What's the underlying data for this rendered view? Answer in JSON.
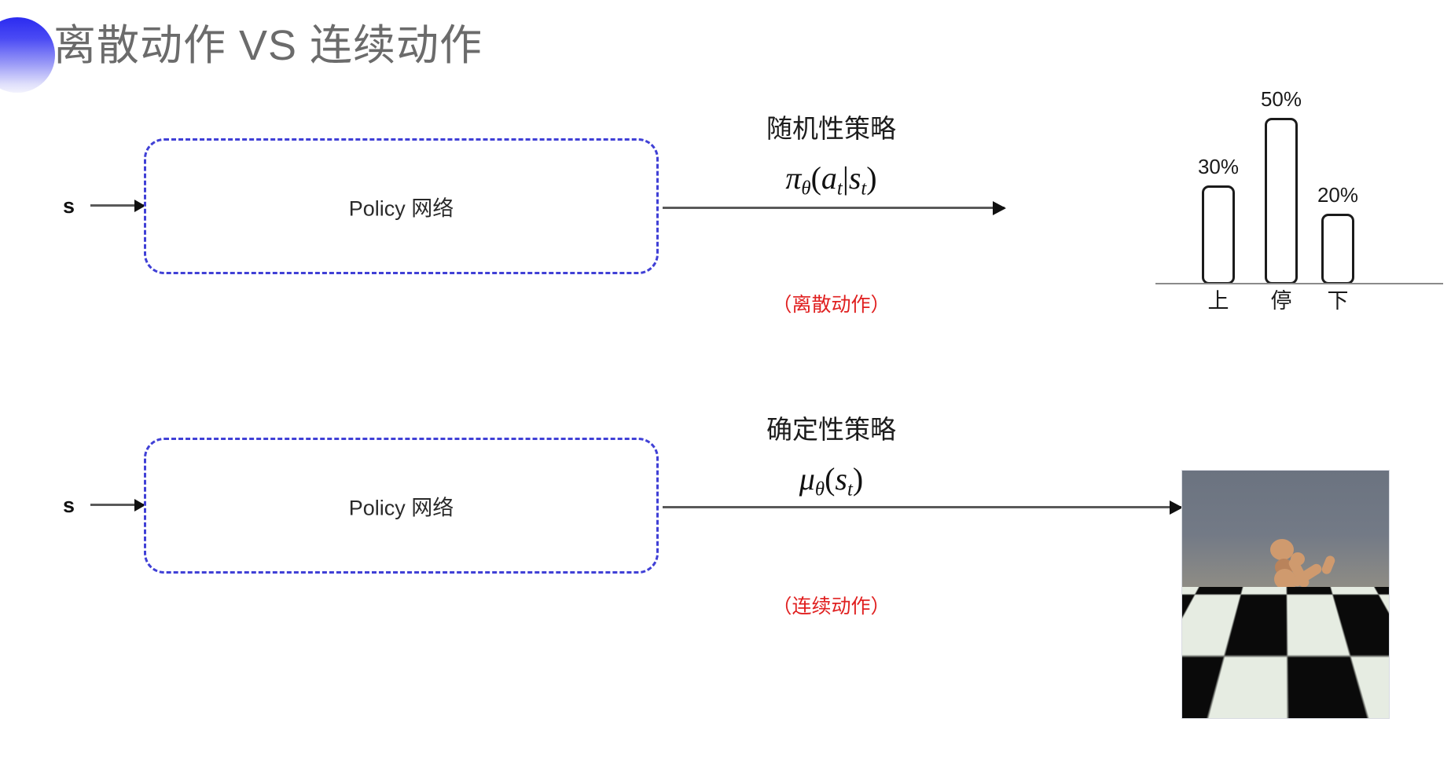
{
  "slide": {
    "title": "离散动作 VS 连续动作",
    "accent_color": "#3a3af2",
    "title_color": "#6b6b6b",
    "note_color": "#e02020",
    "box_border_color": "#4040d6"
  },
  "rows": [
    {
      "id": "discrete",
      "input_label": "s",
      "box_label": "Policy 网络",
      "policy_title": "随机性策略",
      "formula": {
        "head": "π",
        "head_sub": "θ",
        "open": "(",
        "arg1": "a",
        "arg1_sub": "t",
        "bar": "|",
        "arg2": "s",
        "arg2_sub": "t",
        "close": ")"
      },
      "note": "（离散动作）",
      "output_kind": "bar-chart"
    },
    {
      "id": "continuous",
      "input_label": "s",
      "box_label": "Policy 网络",
      "policy_title": "确定性策略",
      "formula": {
        "head": "μ",
        "head_sub": "θ",
        "open": "(",
        "arg1": "s",
        "arg1_sub": "t",
        "bar": "",
        "arg2": "",
        "arg2_sub": "",
        "close": ")"
      },
      "note": "（连续动作）",
      "output_kind": "humanoid-simulation"
    }
  ],
  "chart_data": {
    "type": "bar",
    "title": "",
    "xlabel": "",
    "ylabel": "",
    "categories": [
      "上",
      "停",
      "下"
    ],
    "values": [
      30,
      50,
      20
    ],
    "value_labels": [
      "30%",
      "50%",
      "20%"
    ],
    "ylim": [
      0,
      55
    ],
    "grid": false,
    "legend": null,
    "bar_fill": "#ffffff",
    "bar_stroke": "#1b1b1b"
  },
  "simulation": {
    "alt": "MuJoCo humanoid kneeling on checkerboard floor",
    "sky_color": "#6e7682",
    "floor_light": "#e6ece2",
    "floor_dark": "#0a0a0a",
    "body_color": "#cf9a6e"
  }
}
